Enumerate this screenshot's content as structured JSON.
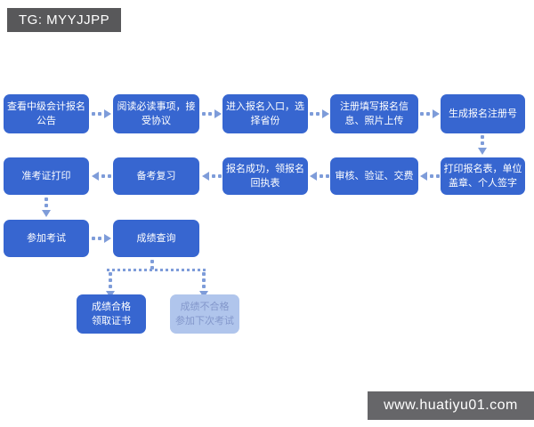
{
  "badges": {
    "tg": "TG: MYYJJPP",
    "watermark": "www.huatiyu01.com"
  },
  "colors": {
    "node_blue": "#3766d0",
    "node_light_blue": "#b0c5ec",
    "node_light_text": "#8397cb",
    "connector_blue": "#7e9cd9",
    "badge_gray": "#58585a"
  },
  "flowchart": {
    "nodes": {
      "announcement": "查看中级会计报名\n公告",
      "read_agreement": "阅读必读事项，接\n受协议",
      "enter_portal": "进入报名入口，选\n择省份",
      "fill_info": "注册填写报名信\n息、照片上传",
      "reg_number": "生成报名注册号",
      "print_form": "打印报名表，单位\n盖章、个人签字",
      "audit_pay": "审核、验证、交费",
      "receipt": "报名成功，领报名\n回执表",
      "review": "备考复习",
      "print_ticket": "准考证打印",
      "take_exam": "参加考试",
      "check_score": "成绩查询",
      "pass": "成绩合格\n领取证书",
      "fail": "成绩不合格\n参加下次考试"
    }
  }
}
